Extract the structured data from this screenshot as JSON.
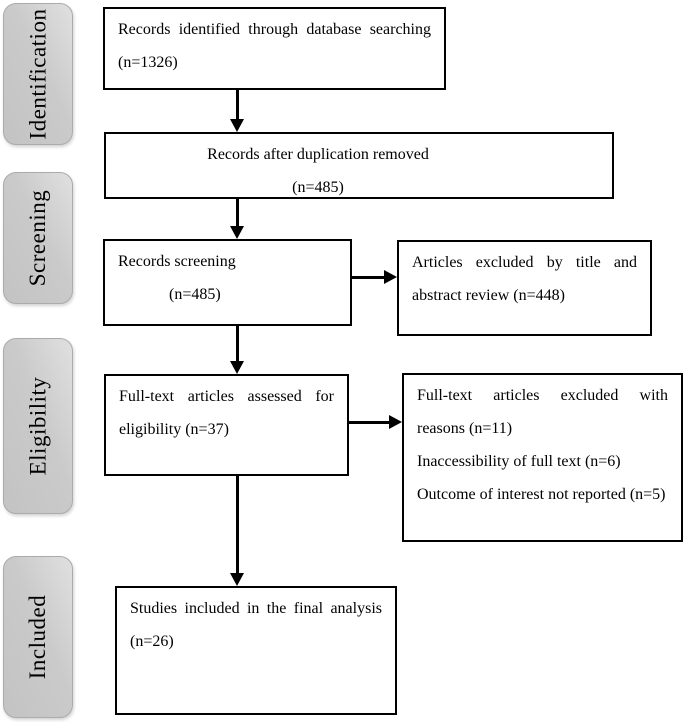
{
  "stages": [
    {
      "id": "identification",
      "label": "Identification"
    },
    {
      "id": "screening",
      "label": "Screening"
    },
    {
      "id": "eligibility",
      "label": "Eligibility"
    },
    {
      "id": "included",
      "label": "Included"
    }
  ],
  "boxes": {
    "records_identified": {
      "text": "Records identified through database searching (n=1326)"
    },
    "after_duplication": {
      "line1": "Records after duplication removed",
      "line2": "(n=485)"
    },
    "records_screening": {
      "line1": "Records screening",
      "line2": "(n=485)"
    },
    "excluded_title_abstract": {
      "text": "Articles excluded by title and abstract review (n=448)"
    },
    "fulltext_assessed": {
      "text": "Full-text articles assessed for eligibility (n=37)"
    },
    "fulltext_excluded": {
      "items": [
        "Full-text articles excluded with reasons (n=11)",
        "Inaccessibility of full text (n=6)",
        "Outcome of interest not reported (n=5)"
      ]
    },
    "studies_included": {
      "text": "Studies included in the final analysis (n=26)"
    }
  },
  "colors": {
    "background": "#ffffff",
    "box_border": "#000000",
    "text": "#000000",
    "stage_fill": "#c8c8c8",
    "arrow": "#000000"
  }
}
